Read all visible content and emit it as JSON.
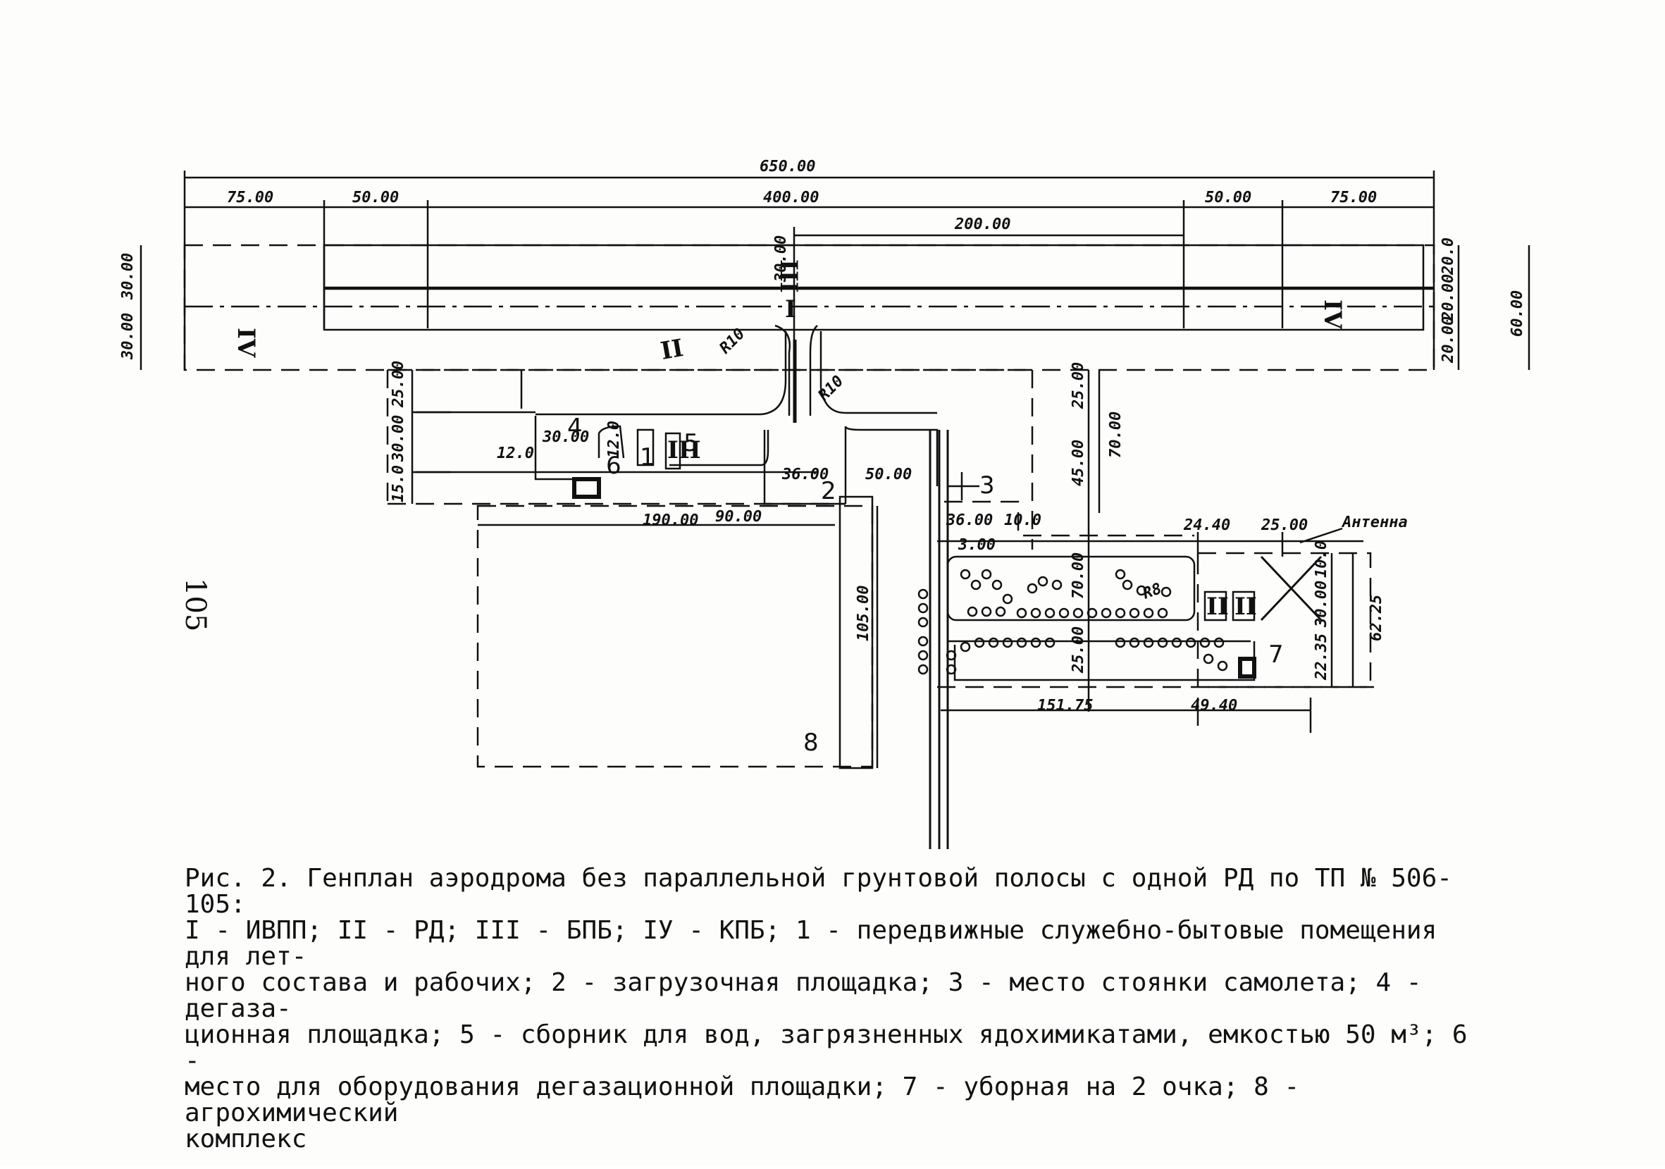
{
  "figure": {
    "caption": "Рис. 2. Генплан аэродрома без параллельной грунтовой полосы с одной РД по ТП № 506-105:\nI - ИВПП; II - РД; III - БПБ; IУ - КПБ; 1 - передвижные служебно-бытовые помещения для лет-\nного состава и рабочих; 2 - загрузочная площадка; 3 - место стоянки самолета; 4 - дегаза-\nционная площадка; 5 - сборник для вод, загрязненных ядохимикатами, емкостью 50 м³; 6 -\nместо для оборудования дегазационной площадки; 7 - уборная на 2 очка; 8 - агрохимический\nкомплекс",
    "page_number": "105"
  },
  "dimensions": {
    "total": "650.00",
    "left_end": "75.00",
    "left_mid": "50.00",
    "center": "400.00",
    "right_half": "200.00",
    "right_mid": "50.00",
    "right_end": "75.00",
    "left_width_top": "30.00",
    "left_width_bottom": "30.00",
    "center_mark": "30.00",
    "right_width_a": "20.0",
    "right_width_b": "20.00",
    "right_width_c": "20.00",
    "right_total": "60.00",
    "radius_left": "R10",
    "radius_right": "R10",
    "apron_a": "25.00",
    "apron_b": "30.00",
    "apron_c": "15.0",
    "pad_1": "30.00",
    "pad_4": "12.0",
    "pad_small": "12.0",
    "len_90": "90.00",
    "len_36": "36.00",
    "len_50": "50.00",
    "width_190": "190.00",
    "height_105": "105.00",
    "right_25": "25.00",
    "right_45": "45.00",
    "right_70": "70.00",
    "park_36": "36.00",
    "park_10": "10.0",
    "park_3": "3.00",
    "park_70": "70.00",
    "park_25": "25.00",
    "ant_24": "24.40",
    "ant_25": "25.00",
    "ant_h1": "10.0",
    "ant_h2": "30.00",
    "ant_h3": "22.35",
    "ant_total": "62.25",
    "bottom_151": "151.75",
    "bottom_49": "49.40",
    "r_small": "R8"
  },
  "labels": {
    "runway": "I",
    "taxiway": "II",
    "strip_left": "IV",
    "strip_right": "IV",
    "center_strip": "III",
    "item_1": "1",
    "item_2": "2",
    "item_3": "3",
    "item_4": "4",
    "item_5": "5",
    "item_6": "6",
    "item_7": "7",
    "item_8": "8",
    "small_2_left": "II",
    "small_2_right": "II",
    "small_1": "1",
    "small_3": "III",
    "antenna": "Антенна"
  }
}
